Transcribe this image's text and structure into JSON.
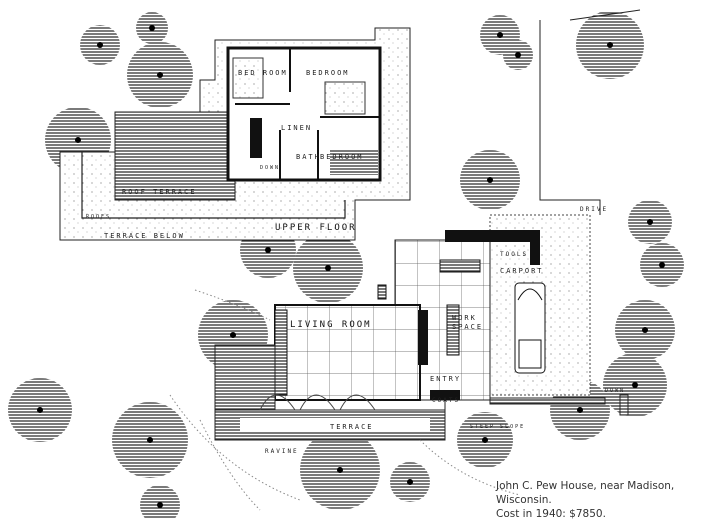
{
  "caption": {
    "line1": "John C. Pew House, near Madison, Wisconsin.",
    "line2": "Cost in 1940: $7850."
  },
  "labels": {
    "bed_room_1": "BED ROOM",
    "bedroom_2": "BEDROOM",
    "linen": "LINEN",
    "bath": "BATH",
    "bedroom_3": "BEDROOM",
    "down_upper": "DOWN",
    "roof_terrace": "ROOF TERRACE",
    "roofs": "ROOFS",
    "terrace_below": "TERRACE BELOW",
    "upper_floor": "UPPER FLOOR",
    "living_room": "LIVING ROOM",
    "work_space_1": "WORK",
    "work_space_2": "SPACE",
    "entry": "ENTRY",
    "coats": "COATS",
    "tools": "TOOLS",
    "carport": "CARPORT",
    "drive": "DRIVE",
    "down_lower": "DOWN",
    "terrace": "TERRACE",
    "ravine": "RAVINE",
    "steep_slope": "STEEP SLOPE"
  },
  "colors": {
    "ink": "#1a1a1a",
    "paper": "#ffffff"
  }
}
